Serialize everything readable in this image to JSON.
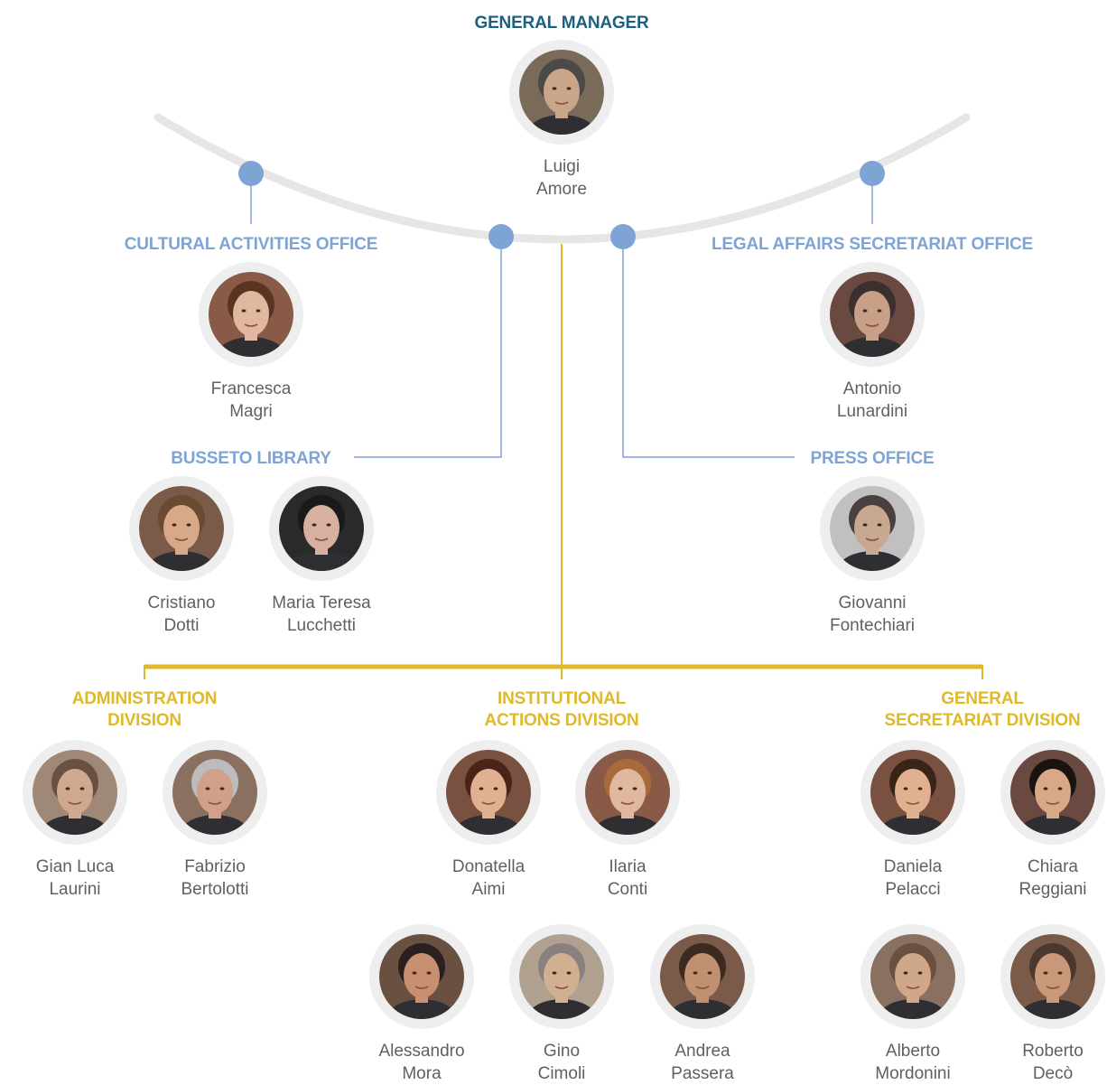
{
  "colors": {
    "teal": "#1d5f7e",
    "blue": "#7ea4d6",
    "gold": "#dfb92a",
    "arc": "#e6e6e6",
    "text": "#606060"
  },
  "general_manager": {
    "title": "GENERAL MANAGER",
    "person": {
      "first": "Luigi",
      "last": "Amore",
      "skin": "#c9a58a",
      "hair": "#4a4a4a",
      "bg": "#7a6a5a"
    }
  },
  "cultural_office": {
    "title": "CULTURAL ACTIVITIES OFFICE",
    "person": {
      "first": "Francesca",
      "last": "Magri",
      "skin": "#e0b8a0",
      "hair": "#5a3422",
      "bg": "#8a5a48"
    }
  },
  "legal_office": {
    "title": "LEGAL AFFAIRS SECRETARIAT OFFICE",
    "person": {
      "first": "Antonio",
      "last": "Lunardini",
      "skin": "#c8a088",
      "hair": "#3a3030",
      "bg": "#6a4a40"
    }
  },
  "library": {
    "title": "BUSSETO LIBRARY",
    "people": [
      {
        "first": "Cristiano",
        "last": "Dotti",
        "skin": "#d8a888",
        "hair": "#6a4a30",
        "bg": "#7a5a48"
      },
      {
        "first": "Maria Teresa",
        "last": "Lucchetti",
        "skin": "#d8b0a0",
        "hair": "#1a1a1a",
        "bg": "#2a2a2a"
      }
    ]
  },
  "press_office": {
    "title": "PRESS OFFICE",
    "person": {
      "first": "Giovanni",
      "last": "Fontechiari",
      "skin": "#c8a890",
      "hair": "#4a4040",
      "bg": "#c0c0c0"
    }
  },
  "administration": {
    "title_lines": [
      "ADMINISTRATION",
      "DIVISION"
    ],
    "people": [
      {
        "first": "Gian Luca",
        "last": "Laurini",
        "skin": "#d0a890",
        "hair": "#6a5040",
        "bg": "#a08878"
      },
      {
        "first": "Fabrizio",
        "last": "Bertolotti",
        "skin": "#d0a088",
        "hair": "#bcbcbc",
        "bg": "#8a7060"
      }
    ]
  },
  "institutional": {
    "title_lines": [
      "INSTITUTIONAL",
      "ACTIONS DIVISION"
    ],
    "people": [
      {
        "first": "Donatella",
        "last": "Aimi",
        "skin": "#e0b090",
        "hair": "#4a2418",
        "bg": "#7a5040"
      },
      {
        "first": "Ilaria",
        "last": "Conti",
        "skin": "#e0b8a0",
        "hair": "#a86a3a",
        "bg": "#8a5a48"
      },
      {
        "first": "Alessandro",
        "last": "Mora",
        "skin": "#c89070",
        "hair": "#2a2020",
        "bg": "#6a5040"
      },
      {
        "first": "Gino",
        "last": "Cimoli",
        "skin": "#d0b090",
        "hair": "#8a8080",
        "bg": "#b0a090"
      },
      {
        "first": "Andrea",
        "last": "Passera",
        "skin": "#c09070",
        "hair": "#3a2a20",
        "bg": "#7a5a48"
      }
    ]
  },
  "secretariat": {
    "title_lines": [
      "GENERAL",
      "SECRETARIAT DIVISION"
    ],
    "people": [
      {
        "first": "Daniela",
        "last": "Pelacci",
        "skin": "#e0b090",
        "hair": "#3a2418",
        "bg": "#7a5040"
      },
      {
        "first": "Chiara",
        "last": "Reggiani",
        "skin": "#d8a888",
        "hair": "#1a1410",
        "bg": "#6a4a40"
      },
      {
        "first": "Alberto",
        "last": "Mordonini",
        "skin": "#d0a888",
        "hair": "#6a5040",
        "bg": "#8a7060"
      },
      {
        "first": "Roberto",
        "last": "Decò",
        "skin": "#c89878",
        "hair": "#4a3830",
        "bg": "#7a5a48"
      }
    ]
  }
}
